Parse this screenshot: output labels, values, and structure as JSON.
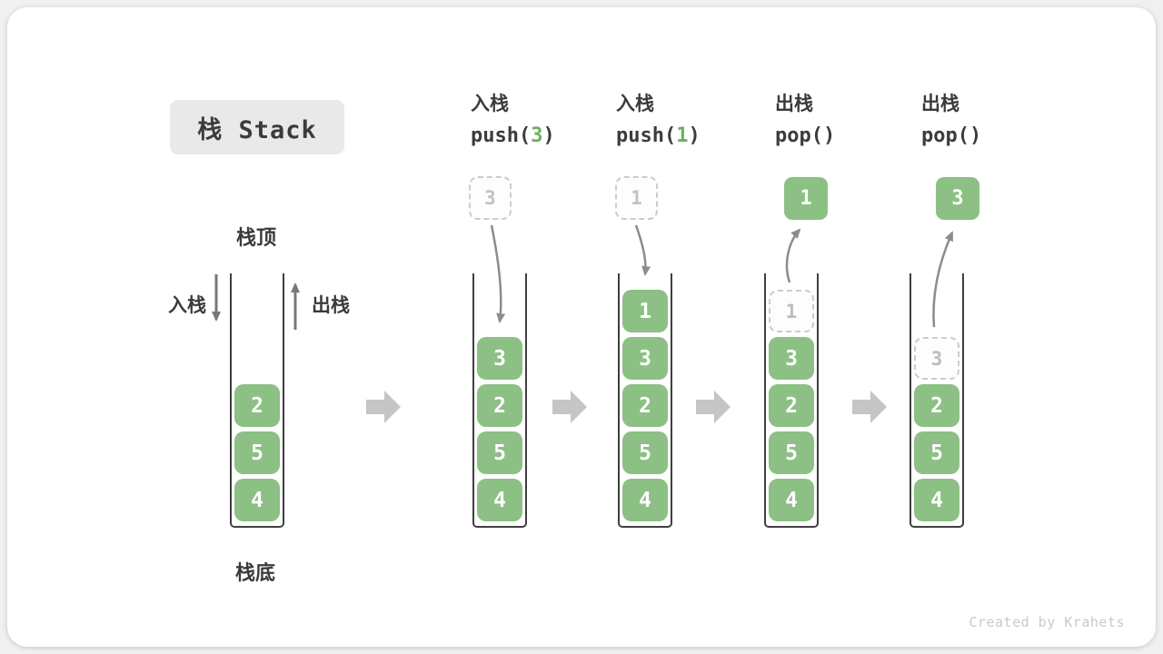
{
  "header": {
    "title": "栈 Stack"
  },
  "legend": {
    "stack_top": "栈顶",
    "stack_bottom": "栈底",
    "push_side": "入栈",
    "pop_side": "出栈"
  },
  "watermark": "Created by Krahets",
  "colors": {
    "block_green": "#8CC084",
    "code_arg_green": "#6FAE5E",
    "curve_arrow_gray": "#8C8C8C",
    "side_arrow_gray": "#787878",
    "flow_arrow_gray": "#C5C5C5",
    "ghost_border": "#CCCCCC",
    "ghost_text": "#BDBDBD",
    "text_dark": "#3B3B3B",
    "title_bg": "#E9E9E9",
    "watermark_gray": "#C9C9C9"
  },
  "columns": [
    {
      "name": "initial-stack",
      "op": null,
      "float_box": null,
      "cells": [
        {
          "v": "4"
        },
        {
          "v": "5"
        },
        {
          "v": "2"
        }
      ]
    },
    {
      "name": "push-3",
      "op": {
        "label": "入栈",
        "code_pre": "push(",
        "code_arg": "3",
        "code_post": ")"
      },
      "float_box": {
        "variant": "ghost",
        "value": "3"
      },
      "cells": [
        {
          "v": "4"
        },
        {
          "v": "5"
        },
        {
          "v": "2"
        },
        {
          "v": "3"
        }
      ]
    },
    {
      "name": "push-1",
      "op": {
        "label": "入栈",
        "code_pre": "push(",
        "code_arg": "1",
        "code_post": ")"
      },
      "float_box": {
        "variant": "ghost",
        "value": "1"
      },
      "cells": [
        {
          "v": "4"
        },
        {
          "v": "5"
        },
        {
          "v": "2"
        },
        {
          "v": "3"
        },
        {
          "v": "1"
        }
      ]
    },
    {
      "name": "pop-1",
      "op": {
        "label": "出栈",
        "code_pre": "pop(",
        "code_arg": "",
        "code_post": ")"
      },
      "float_box": {
        "variant": "solid",
        "value": "1"
      },
      "cells": [
        {
          "v": "4"
        },
        {
          "v": "5"
        },
        {
          "v": "2"
        },
        {
          "v": "3"
        },
        {
          "v": "1",
          "ghost": true
        }
      ]
    },
    {
      "name": "pop-3",
      "op": {
        "label": "出栈",
        "code_pre": "pop(",
        "code_arg": "",
        "code_post": ")"
      },
      "float_box": {
        "variant": "solid",
        "value": "3"
      },
      "cells": [
        {
          "v": "4"
        },
        {
          "v": "5"
        },
        {
          "v": "2"
        },
        {
          "v": "3",
          "ghost": true
        }
      ]
    }
  ]
}
